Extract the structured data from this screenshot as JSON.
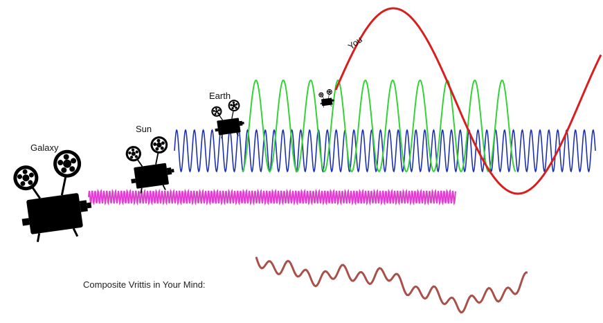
{
  "labels": {
    "galaxy": "Galaxy",
    "sun": "Sun",
    "earth": "Earth",
    "you": "You"
  },
  "caption": "Composite Vrittis in Your Mind:",
  "colors": {
    "galaxy_wave": "#e040d0",
    "sun_wave": "#1c2fb0",
    "earth_wave": "#35d235",
    "you_wave": "#d81e1e",
    "composite_wave": "#a8504a",
    "projector": "#000000"
  },
  "icons": {
    "galaxy": "film-projector-icon",
    "sun": "film-projector-icon",
    "earth": "film-projector-icon",
    "you": "film-projector-icon"
  }
}
